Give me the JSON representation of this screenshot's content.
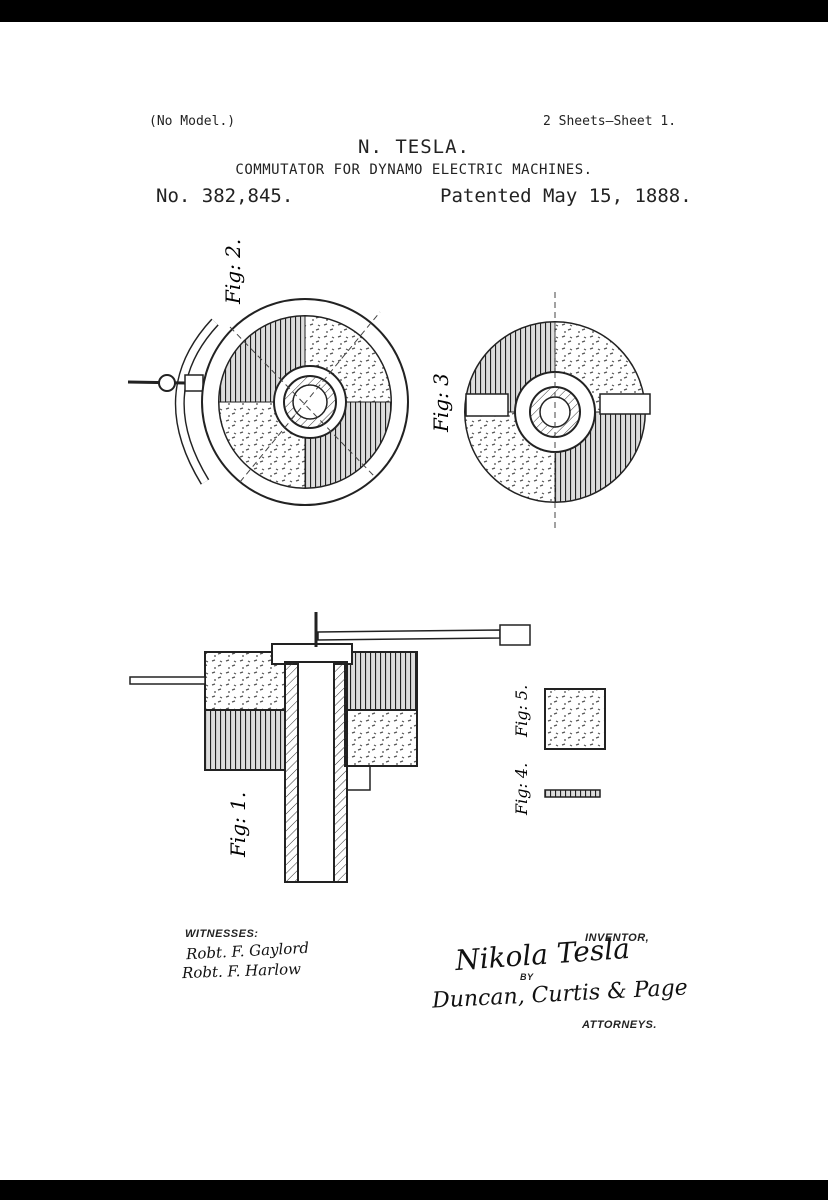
{
  "header": {
    "no_model": "(No Model.)",
    "sheets": "2 Sheets—Sheet 1.",
    "inventor": "N. TESLA.",
    "title": "COMMUTATOR FOR DYNAMO ELECTRIC MACHINES.",
    "patent_number": "No. 382,845.",
    "patent_date": "Patented May 15, 1888."
  },
  "figures": {
    "fig2": "Fig: 2.",
    "fig3": "Fig: 3",
    "fig1": "Fig: 1.",
    "fig4": "Fig: 4.",
    "fig5": "Fig: 5."
  },
  "signatures": {
    "witnesses_label": "WITNESSES:",
    "witness1": "Robt. F. Gaylord",
    "witness2": "Robt. F. Harlow",
    "inventor_label": "INVENTOR,",
    "inventor_signature": "Nikola Tesla",
    "by_label": "BY",
    "attorney_signature": "Duncan, Curtis & Page",
    "attorneys_label": "ATTORNEYS."
  }
}
